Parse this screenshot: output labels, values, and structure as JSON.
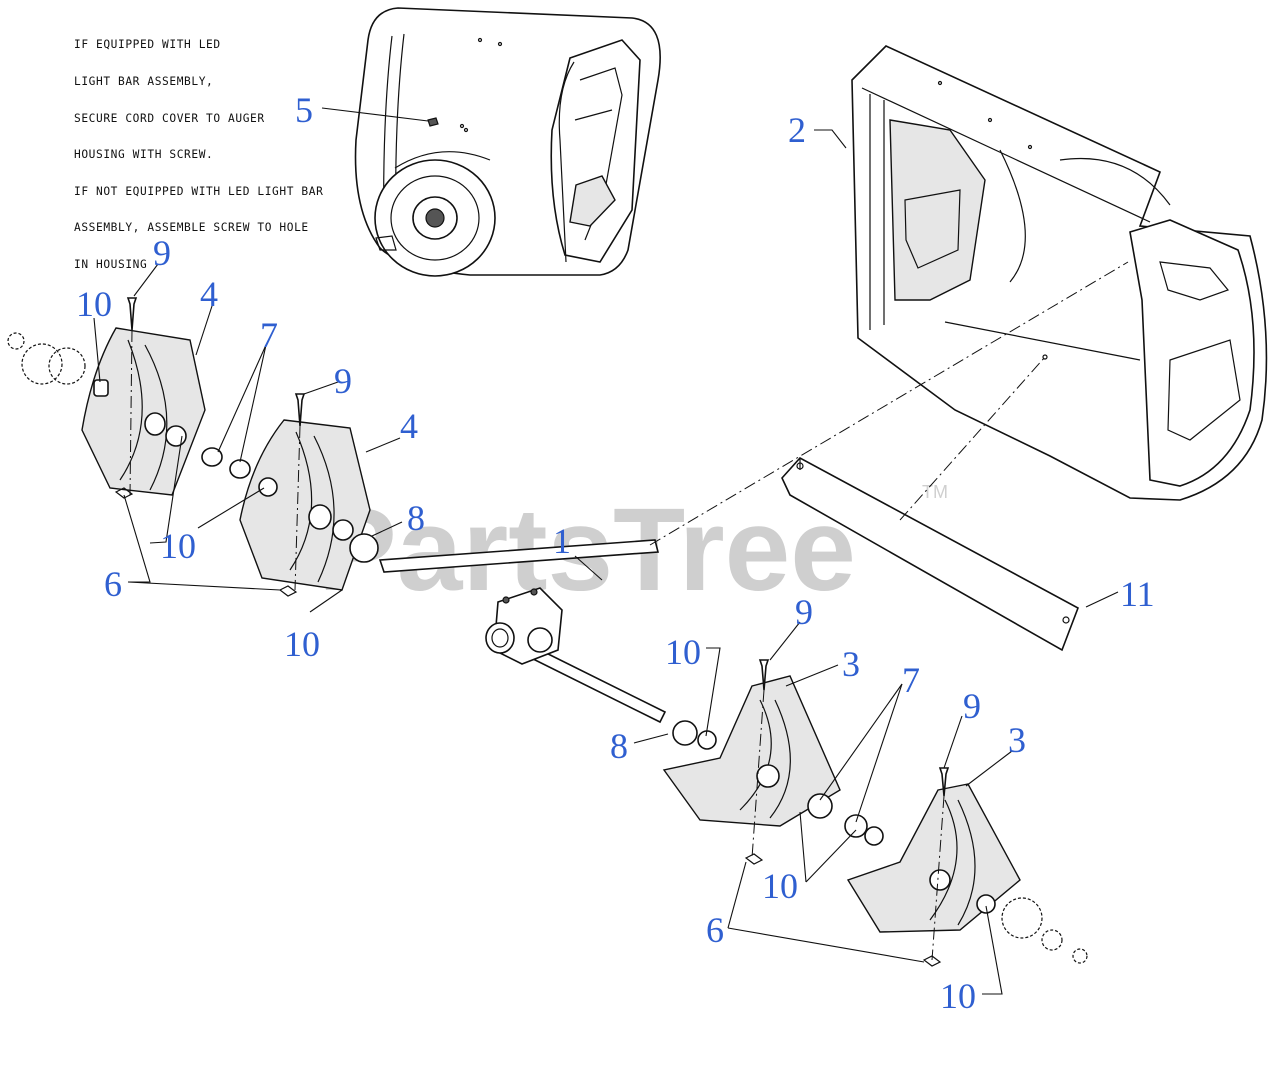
{
  "note": {
    "lines": [
      "IF EQUIPPED WITH LED",
      "LIGHT BAR ASSEMBLY,",
      "SECURE CORD COVER TO AUGER",
      "HOUSING WITH SCREW.",
      "IF NOT EQUIPPED WITH LED LIGHT BAR",
      "ASSEMBLY, ASSEMBLE SCREW TO HOLE",
      "IN HOUSING"
    ]
  },
  "watermark": {
    "brand": "PartsTree",
    "tm": "TM"
  },
  "callouts": {
    "c1": "1",
    "c2": "2",
    "c3a": "3",
    "c3b": "3",
    "c4a": "4",
    "c4b": "4",
    "c5": "5",
    "c6a": "6",
    "c6b": "6",
    "c7a": "7",
    "c7b": "7",
    "c8a": "8",
    "c8b": "8",
    "c9a": "9",
    "c9b": "9",
    "c9c": "9",
    "c9d": "9",
    "c10a": "10",
    "c10b": "10",
    "c10c": "10",
    "c10d": "10",
    "c10e": "10",
    "c10f": "10",
    "c11": "11"
  },
  "colors": {
    "callout": "#2f5fd0",
    "watermark": "#cfcfcf",
    "line": "#111111"
  }
}
